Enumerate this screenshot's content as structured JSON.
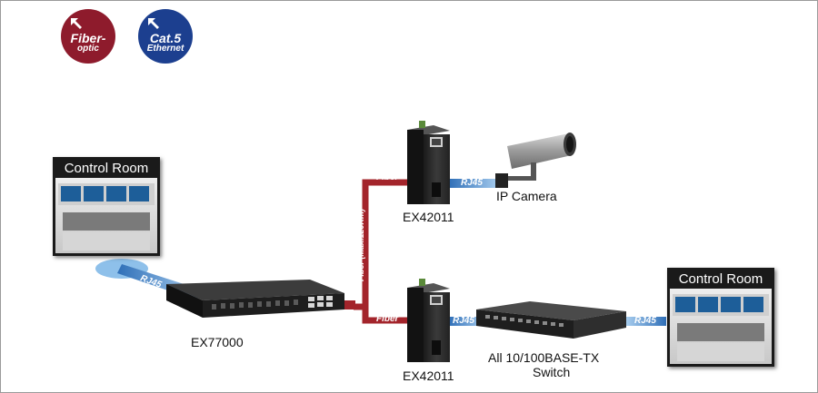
{
  "legend": {
    "fiber": {
      "line1": "Fiber-",
      "line2": "optic",
      "color": "#8e1b2c"
    },
    "cat5": {
      "line1": "Cat.5",
      "line2": "Ethernet",
      "color": "#1c3f8f"
    }
  },
  "devices": {
    "ex77000": "EX77000",
    "ex42011_top": "EX42011",
    "ex42011_bottom": "EX42011",
    "ip_camera": "IP Camera",
    "switch_line1": "All 10/100BASE-TX",
    "switch_line2": "Switch",
    "control_room_left": "Control Room",
    "control_room_right": "Control Room"
  },
  "cables": {
    "rj45_left": "RJ45",
    "fiber_main": "Fiber  (Max.120Km)",
    "fiber_top": "Fiber",
    "fiber_bottom": "Fiber",
    "rj45_camera": "RJ45",
    "rj45_switch": "RJ45",
    "rj45_right": "RJ45"
  },
  "colors": {
    "fiber": "#a3242b",
    "ethernet": "#4f8fd0",
    "ethernet_light": "#9ac3ea"
  }
}
